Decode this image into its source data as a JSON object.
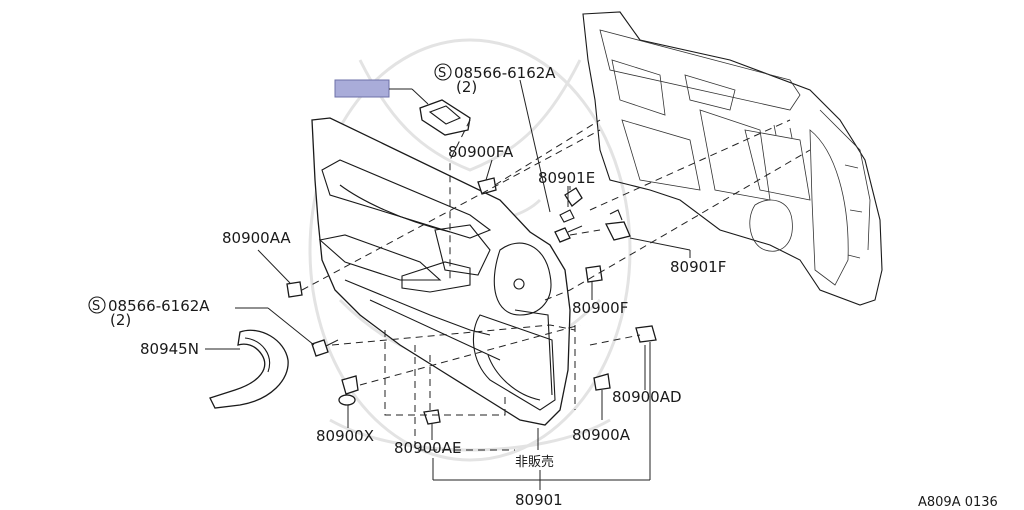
{
  "diagram": {
    "figure_code": "A809A 0136",
    "highlight_color": "#a9acd9",
    "labels": {
      "screw_top_code": "08566-6162A",
      "screw_top_qty": "(2)",
      "screw_left_code": "08566-6162A",
      "screw_left_qty": "(2)",
      "p80900FA": "80900FA",
      "p80901E": "80901E",
      "p80900AA": "80900AA",
      "p80901F": "80901F",
      "p80900F": "80900F",
      "p80945N": "80945N",
      "p80900AD": "80900AD",
      "p80900A": "80900A",
      "p80900X": "80900X",
      "p80900AE": "80900AE",
      "not_sold": "非販売",
      "p80901": "80901"
    },
    "screw_symbol": "S"
  }
}
